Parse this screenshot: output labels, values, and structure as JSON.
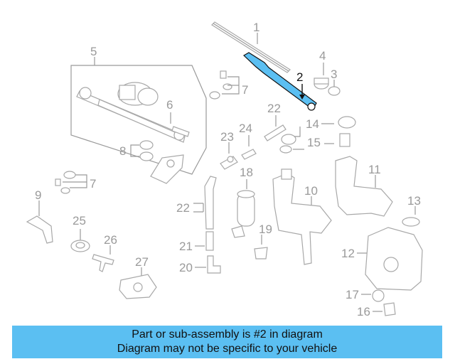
{
  "callouts": {
    "c1": "1",
    "c2": "2",
    "c3": "3",
    "c4": "4",
    "c5": "5",
    "c6": "6",
    "c7a": "7",
    "c7b": "7",
    "c8": "8",
    "c9": "9",
    "c10": "10",
    "c11": "11",
    "c12": "12",
    "c13": "13",
    "c14": "14",
    "c15": "15",
    "c16": "16",
    "c17": "17",
    "c18": "18",
    "c19": "19",
    "c20": "20",
    "c21": "21",
    "c22a": "22",
    "c22b": "22",
    "c23": "23",
    "c24": "24",
    "c25": "25",
    "c26": "26",
    "c27": "27"
  },
  "highlighted_part": "2",
  "colors": {
    "banner": "#5bbff2",
    "highlight": "#5bbff2",
    "outline": "#a8a8a8"
  },
  "banner": {
    "line1": "Part or sub-assembly is #2 in diagram",
    "line2": "Diagram may not be specific to your vehicle"
  }
}
